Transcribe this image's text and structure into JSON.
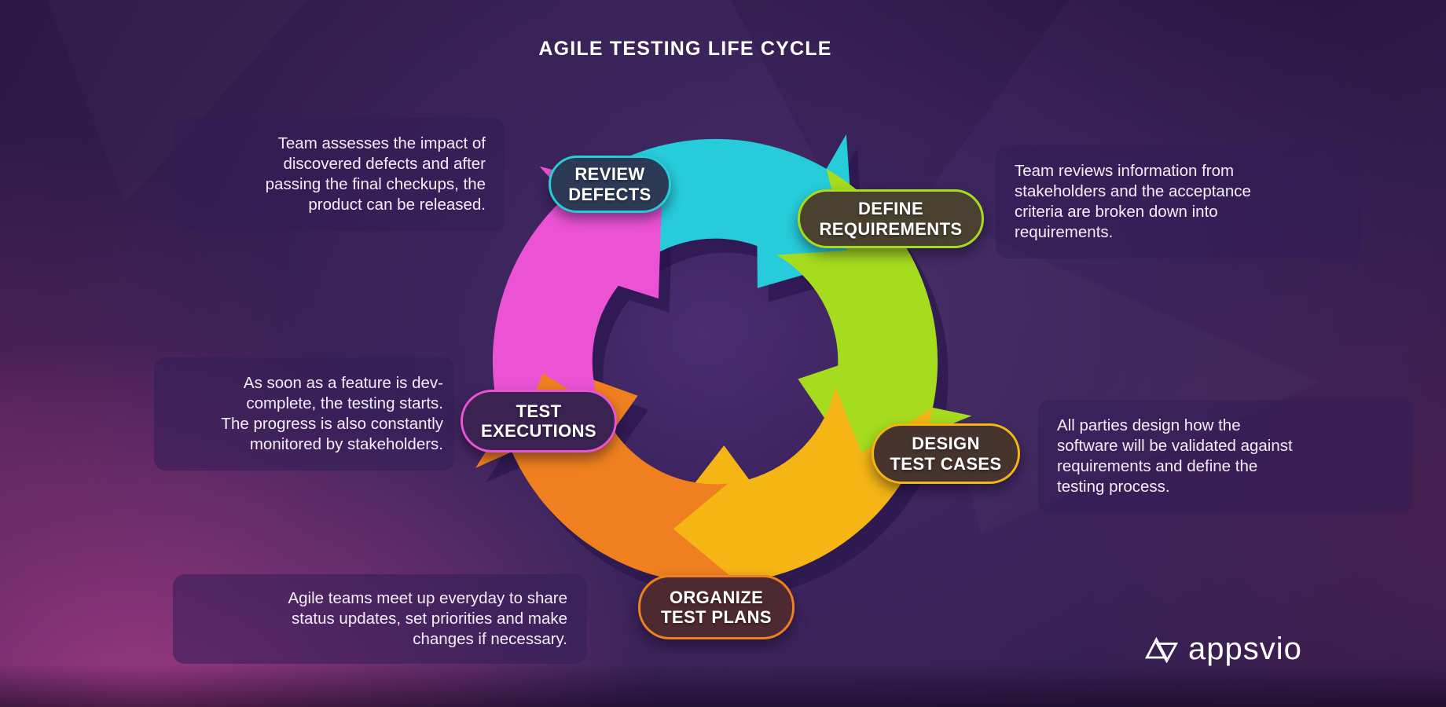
{
  "title": "AGILE TESTING LIFE CYCLE",
  "cycle": {
    "direction": "clockwise",
    "steps": [
      {
        "id": "review-defects",
        "label": "REVIEW\nDEFECTS",
        "color": "#27ccda",
        "pill_bg": "#2c3a55",
        "description": "Team assesses the impact of\ndiscovered defects and after\npassing the final checkups, the\nproduct can be released."
      },
      {
        "id": "define-requirements",
        "label": "DEFINE\nREQUIREMENTS",
        "color": "#a6dc1e",
        "pill_bg": "#4a4130",
        "description": "Team reviews information from\nstakeholders and the acceptance\ncriteria are broken down into\nrequirements."
      },
      {
        "id": "design-test-cases",
        "label": "DESIGN\nTEST CASES",
        "color": "#f5b515",
        "pill_bg": "#46342d",
        "description": "All parties design how the\nsoftware will be validated against\nrequirements and define the\ntesting process."
      },
      {
        "id": "organize-test-plans",
        "label": "ORGANIZE\nTEST PLANS",
        "color": "#f0801f",
        "pill_bg": "#4d2a32",
        "description": "Agile teams meet up everyday to share\nstatus updates, set priorities and make\nchanges if necessary."
      },
      {
        "id": "test-executions",
        "label": "TEST\nEXECUTIONS",
        "color": "#eb53d4",
        "pill_bg": "#3a2350",
        "description": "As soon as a feature is dev-\ncomplete, the testing starts.\nThe progress is also constantly\nmonitored by stakeholders."
      }
    ]
  },
  "brand": {
    "name": "appsvio",
    "logo_icon": "interlocked-triangles-icon"
  },
  "colors": {
    "background_base": "#34204f",
    "background_glow_pink": "#e14ba5",
    "arrow_shadow": "#251148",
    "text": "#ffffff"
  }
}
